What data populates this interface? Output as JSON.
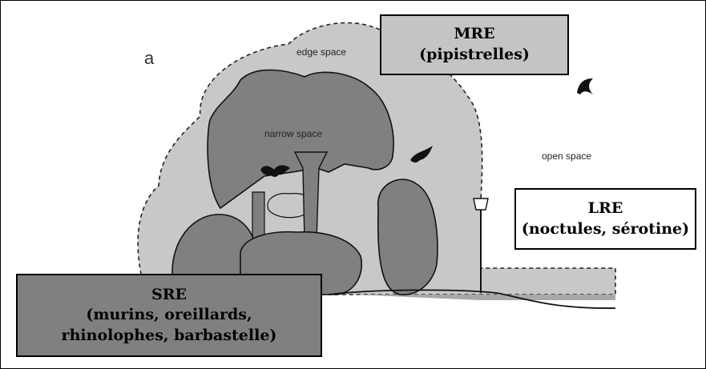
{
  "panel_letter": "a",
  "zones": {
    "edge": "edge space",
    "narrow": "narrow space",
    "open": "open space"
  },
  "boxes": {
    "mre": {
      "title": "MRE",
      "subtitle": "(pipistrelles)"
    },
    "lre": {
      "title": "LRE",
      "subtitle": "(noctules, sérotine)"
    },
    "sre": {
      "title": "SRE",
      "line1": "(murins, oreillards,",
      "line2": "rhinolophes, barbastelle)"
    }
  },
  "colors": {
    "edge_space_fill": "#c8c8c8",
    "tree_fill": "#808080",
    "bat": "#111111"
  }
}
